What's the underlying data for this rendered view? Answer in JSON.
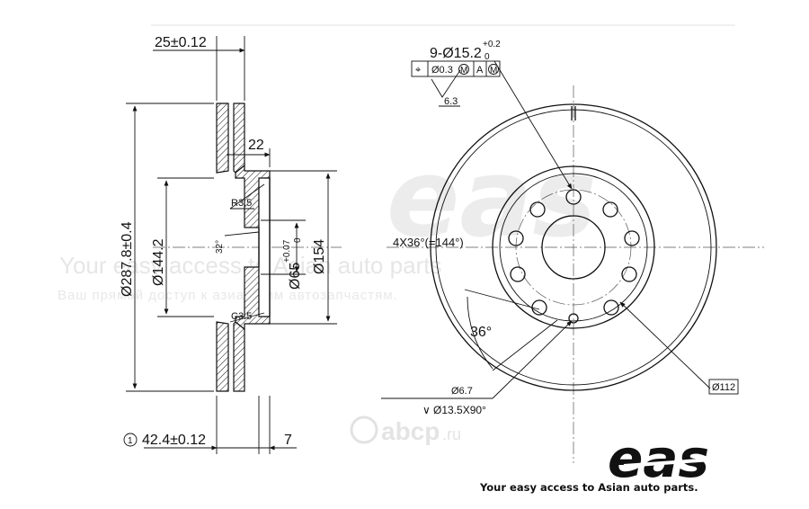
{
  "left_view": {
    "dim_thickness": "25±0.12",
    "dim_hat_depth": "22",
    "dim_outer_dia": "Ø287.8±0.4",
    "dim_hat_dia": "Ø144.2",
    "dim_center_bore": "Ø65",
    "dim_center_bore_tol_upper": "+0.07",
    "dim_center_bore_tol_lower": "0",
    "dim_pilot_dia": "Ø154",
    "dim_radius": "R3.5",
    "dim_chamfer": "C3.5",
    "dim_angle": "32°",
    "dim_overall_height": "42.4±0.12",
    "dim_flange": "7",
    "height_marker": "1"
  },
  "right_view": {
    "dim_holes": "9-Ø15.2",
    "dim_holes_tol_upper": "+0.2",
    "dim_holes_tol_lower": "0",
    "tolerance_frame": [
      "⌖",
      "Ø0.3",
      "M",
      "A",
      "M"
    ],
    "surface_roughness": "6.3",
    "dim_angle_pattern": "4X36°(=144°)",
    "dim_angle_36": "36°",
    "dim_small_hole": "Ø6.7",
    "dim_countersink": "Ø13.5X90°",
    "dim_bolt_circle": "Ø112"
  },
  "watermark": {
    "line1": "Your easy access to Asian auto parts",
    "line2": "Ваш прямой доступ к азиатским автозапчастям.",
    "logo": "eas",
    "abcp": "abcp",
    "abcp_domain": ".ru"
  },
  "brand": {
    "logo": "eas",
    "tagline": "Your easy access to Asian auto parts."
  }
}
